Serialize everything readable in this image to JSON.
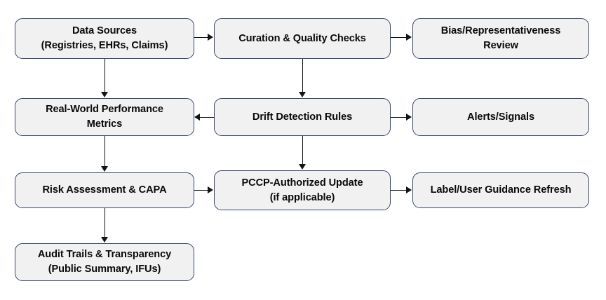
{
  "diagram": {
    "type": "flowchart",
    "background_color": "#FFFFFF",
    "node_fill_color": "#F1F1F1",
    "node_border_color": "#37486B",
    "connector_color": "#141414",
    "text_color": "#0A0A0A",
    "nodes": [
      {
        "id": "data-sources",
        "lines": [
          "Data Sources",
          "(Registries, EHRs, Claims)"
        ],
        "row": 1,
        "column": 1
      },
      {
        "id": "curation-quality-checks",
        "lines": [
          "Curation & Quality Checks"
        ],
        "row": 1,
        "column": 2
      },
      {
        "id": "bias-representativeness-review",
        "lines": [
          "Bias/Representativeness",
          "Review"
        ],
        "row": 1,
        "column": 3
      },
      {
        "id": "real-world-performance-metrics",
        "lines": [
          "Real-World Performance",
          "Metrics"
        ],
        "row": 2,
        "column": 1
      },
      {
        "id": "drift-detection-rules",
        "lines": [
          "Drift Detection Rules"
        ],
        "row": 2,
        "column": 2
      },
      {
        "id": "alerts-signals",
        "lines": [
          "Alerts/Signals"
        ],
        "row": 2,
        "column": 3
      },
      {
        "id": "risk-assessment-capa",
        "lines": [
          "Risk Assessment & CAPA"
        ],
        "row": 3,
        "column": 1
      },
      {
        "id": "pccp-authorized-update",
        "lines": [
          "PCCP-Authorized Update",
          "(if applicable)"
        ],
        "row": 3,
        "column": 2
      },
      {
        "id": "label-user-guidance-refresh",
        "lines": [
          "Label/User Guidance Refresh"
        ],
        "row": 3,
        "column": 3
      },
      {
        "id": "audit-trails-transparency",
        "lines": [
          "Audit Trails & Transparency",
          "(Public Summary, IFUs)"
        ],
        "row": 4,
        "column": 1
      }
    ],
    "edges": [
      {
        "id": "edge-data-sources-to-curation",
        "from": "data-sources",
        "to": "curation-quality-checks",
        "direction": "right"
      },
      {
        "id": "edge-curation-to-bias-review",
        "from": "curation-quality-checks",
        "to": "bias-representativeness-review",
        "direction": "right"
      },
      {
        "id": "edge-data-sources-to-metrics",
        "from": "data-sources",
        "to": "real-world-performance-metrics",
        "direction": "down"
      },
      {
        "id": "edge-curation-to-drift",
        "from": "curation-quality-checks",
        "to": "drift-detection-rules",
        "direction": "down"
      },
      {
        "id": "edge-drift-to-metrics",
        "from": "drift-detection-rules",
        "to": "real-world-performance-metrics",
        "direction": "left"
      },
      {
        "id": "edge-drift-to-alerts",
        "from": "drift-detection-rules",
        "to": "alerts-signals",
        "direction": "right"
      },
      {
        "id": "edge-metrics-to-risk",
        "from": "real-world-performance-metrics",
        "to": "risk-assessment-capa",
        "direction": "down"
      },
      {
        "id": "edge-drift-to-pccp",
        "from": "drift-detection-rules",
        "to": "pccp-authorized-update",
        "direction": "down"
      },
      {
        "id": "edge-risk-to-pccp",
        "from": "risk-assessment-capa",
        "to": "pccp-authorized-update",
        "direction": "right"
      },
      {
        "id": "edge-pccp-to-label",
        "from": "pccp-authorized-update",
        "to": "label-user-guidance-refresh",
        "direction": "right"
      },
      {
        "id": "edge-risk-to-audit",
        "from": "risk-assessment-capa",
        "to": "audit-trails-transparency",
        "direction": "down"
      }
    ]
  }
}
